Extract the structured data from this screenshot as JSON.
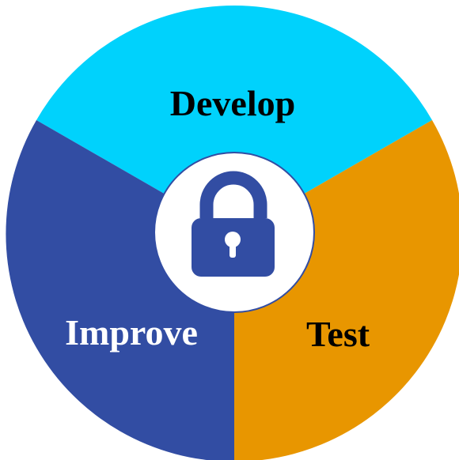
{
  "segments": [
    {
      "label": "Develop",
      "fill": "#00D2FC",
      "text_color": "#000000"
    },
    {
      "label": "Test",
      "fill": "#E89600",
      "text_color": "#000000"
    },
    {
      "label": "Improve",
      "fill": "#324DA3",
      "text_color": "#FFFFFF"
    }
  ],
  "center": {
    "fill": "#FFFFFF",
    "border": "#324DA3",
    "icon": "lock-icon",
    "icon_color": "#324DA3"
  }
}
